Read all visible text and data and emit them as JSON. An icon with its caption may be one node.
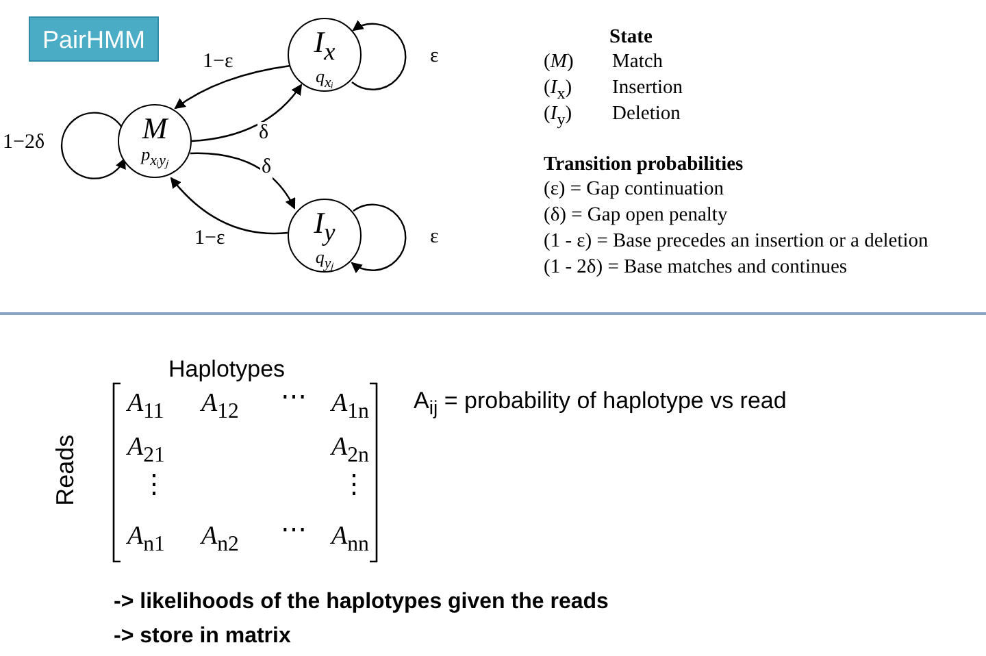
{
  "diagram": {
    "nodes": [
      {
        "text": [
          "PairHMM"
        ]
      },
      {
        "text": [
          "M",
          "p$_{xᵢyⱼ}$"
        ]
      },
      {
        "text": [
          "I$_{x}$",
          "q$_{xᵢ}$"
        ]
      },
      {
        "text": [
          "I$_{y}$",
          "q$_{yⱼ}$"
        ]
      }
    ],
    "edges": [
      {
        "from": 1,
        "to": 1,
        "arrow": "to",
        "label": "1−2δ"
      },
      {
        "from": 2,
        "to": 1,
        "arrow": "to",
        "label": "1−ε"
      },
      {
        "from": 1,
        "to": 2,
        "arrow": "to",
        "label": "δ"
      },
      {
        "from": 2,
        "to": 2,
        "arrow": "to",
        "label": "ε"
      },
      {
        "from": 1,
        "to": 3,
        "arrow": "to",
        "label": "δ"
      },
      {
        "from": 3,
        "to": 1,
        "arrow": "to",
        "label": "1−ε"
      },
      {
        "from": 3,
        "to": 3,
        "arrow": "to",
        "label": "ε"
      }
    ],
    "labels": [
      "State",
      "(*M*)",
      "Match",
      "(*I*$_{x}$)",
      "Insertion",
      "(*I*$_{y}$)",
      "Deletion",
      "Transition probabilities",
      "(ε) = Gap continuation",
      "(δ) = Gap open penalty",
      "(1 - ε) = Base precedes an insertion or a deletion",
      "(1 - 2δ) = Base matches and continues",
      "Haplotypes",
      "Reads",
      "*A*$_{11}$",
      "*A*$_{12}$",
      "⋯",
      "*A*$_{1n}$",
      "*A*$_{21}$",
      "*A*$_{2n}$",
      "⋮",
      "⋮",
      "*A*$_{n1}$",
      "*A*$_{n2}$",
      "⋯",
      "*A*$_{nn}$",
      "A$_{ij}$ = probability of haplotype vs read",
      "-> likelihoods of the haplotypes given the reads",
      "-> store in matrix"
    ]
  }
}
